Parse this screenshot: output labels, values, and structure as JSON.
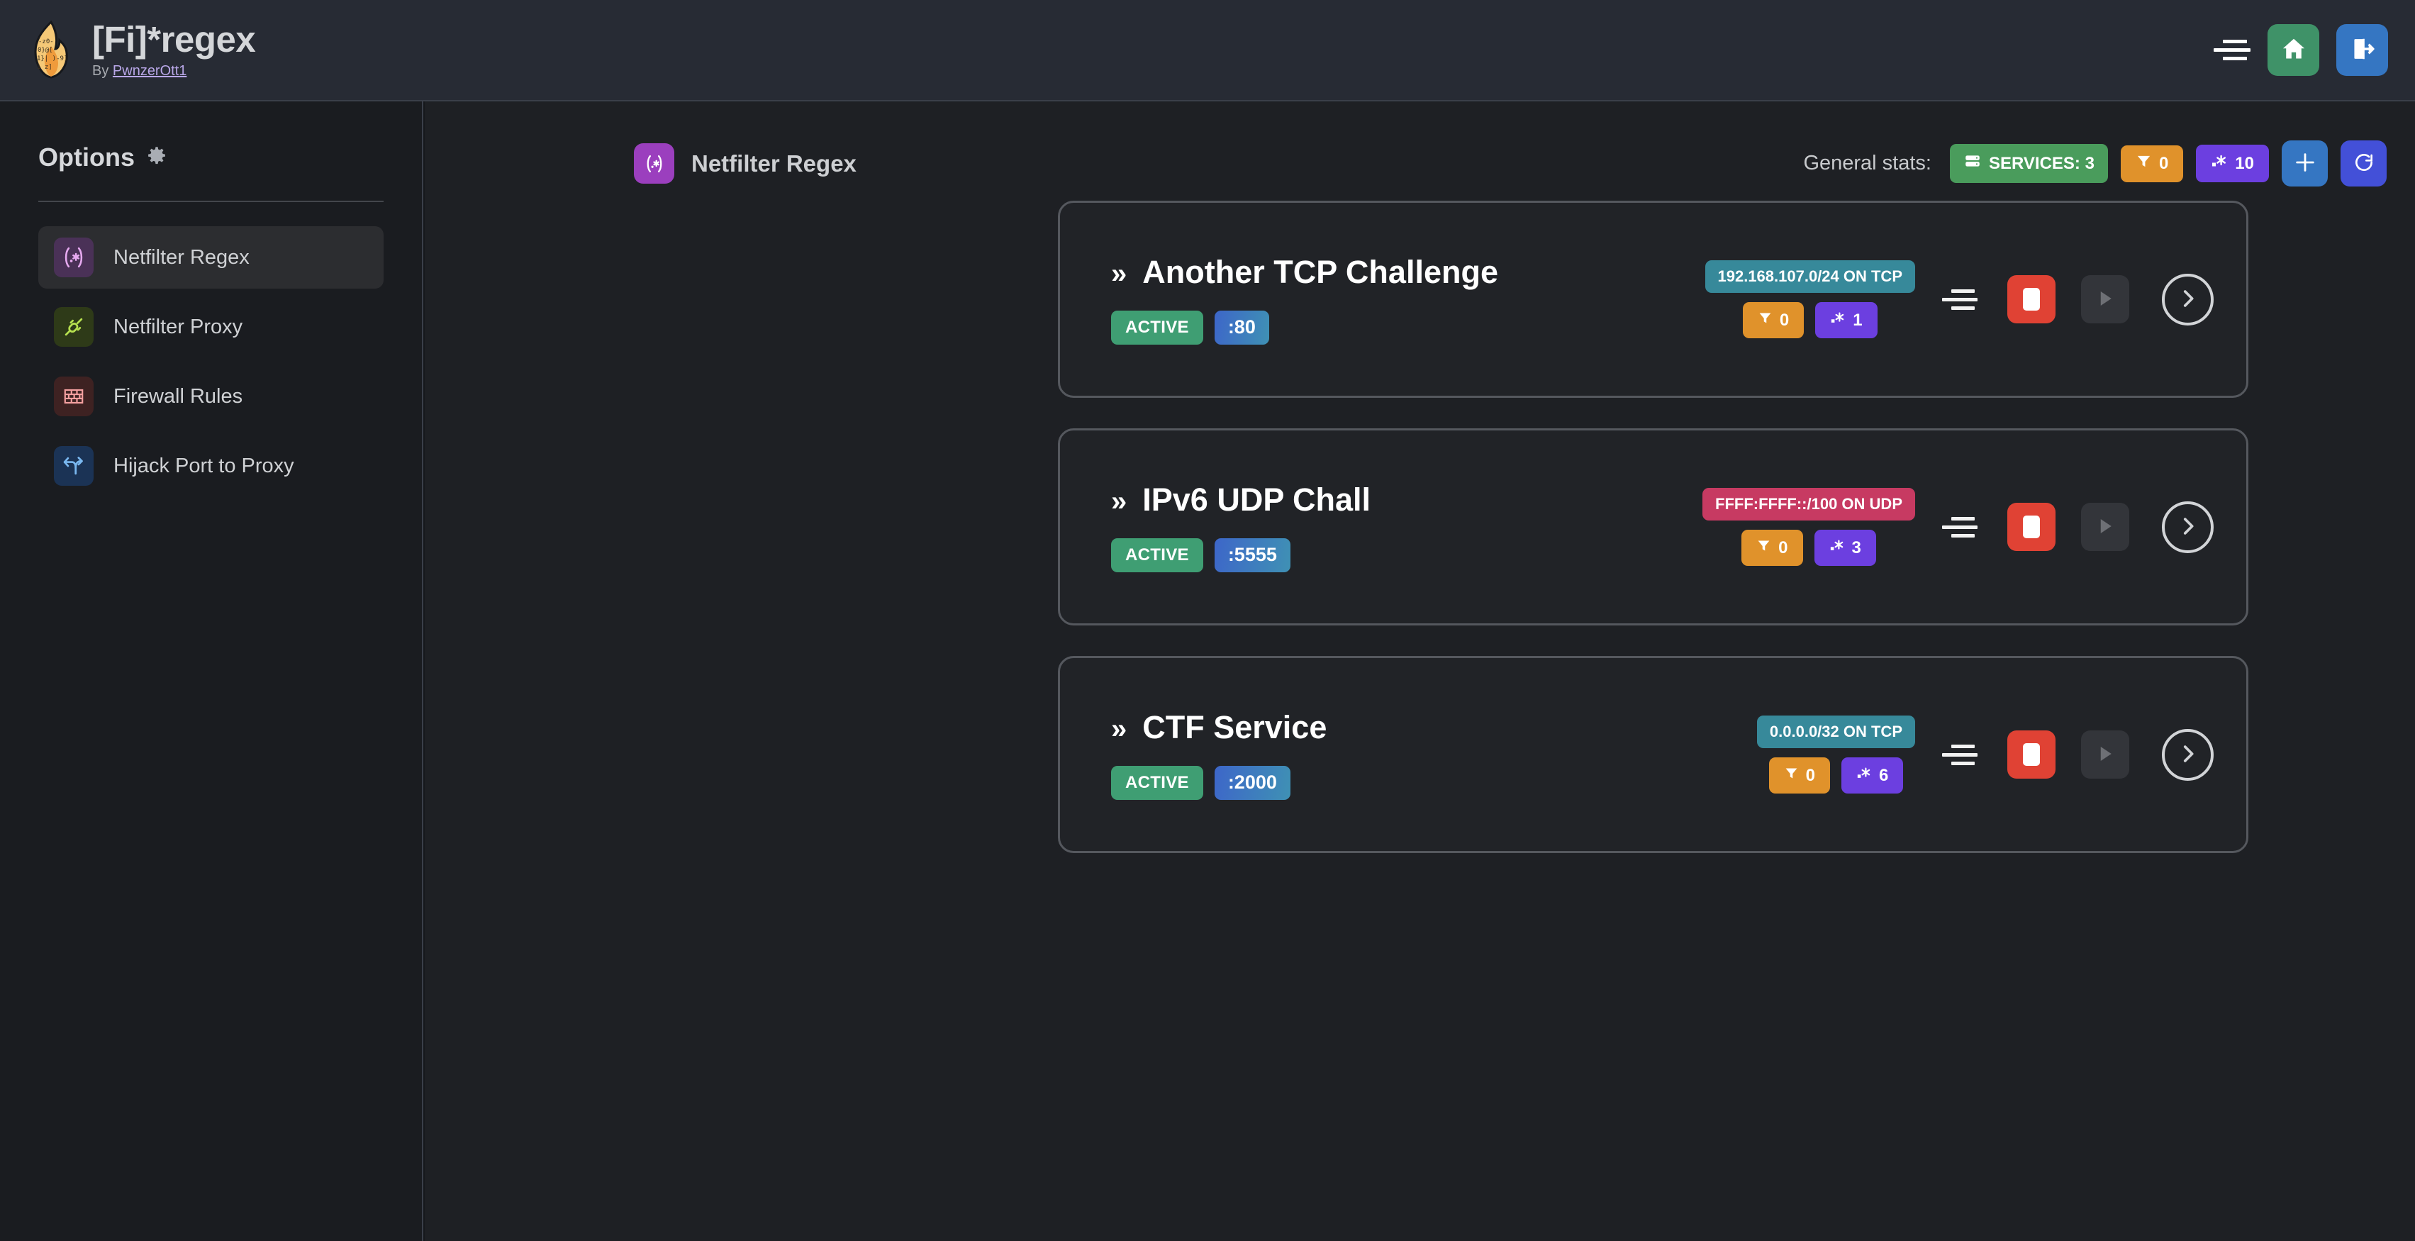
{
  "header": {
    "app_title": "[Fi]*regex",
    "by_prefix": "By ",
    "author": "PwnzerOtt1",
    "logo_icon": "flame-regex-logo",
    "menu_icon": "hamburger-menu-icon",
    "home_icon": "home-icon",
    "logout_icon": "logout-icon",
    "bg_color": "#272b34"
  },
  "sidebar": {
    "title": "Options",
    "gear_icon": "gear-icon",
    "items": [
      {
        "label": "Netfilter Regex",
        "icon": "regex-icon",
        "icon_class": "purple",
        "active": true
      },
      {
        "label": "Netfilter Proxy",
        "icon": "plug-connect-icon",
        "icon_class": "green",
        "active": false
      },
      {
        "label": "Firewall Rules",
        "icon": "brick-wall-icon",
        "icon_class": "red",
        "active": false
      },
      {
        "label": "Hijack Port to Proxy",
        "icon": "route-fork-icon",
        "icon_class": "blue",
        "active": false
      }
    ]
  },
  "main": {
    "page_icon": "regex-icon",
    "page_title": "Netfilter Regex",
    "stats_label": "General stats:",
    "stats": {
      "services_icon": "server-stack-icon",
      "services_label": "SERVICES: 3",
      "filter_icon": "filter-funnel-icon",
      "filter_count": "0",
      "regex_icon": "regex-dot-star-icon",
      "regex_count": "10"
    },
    "add_button_icon": "plus-icon",
    "refresh_button_icon": "refresh-icon"
  },
  "services": [
    {
      "chevron": "»",
      "name": "Another TCP Challenge",
      "status": "ACTIVE",
      "port": ":80",
      "cidr": "192.168.107.0/24 ON TCP",
      "cidr_color": "#37899a",
      "filter_count": "0",
      "regex_count": "1",
      "menu_icon": "service-menu-icon",
      "stop_icon": "stop-icon",
      "play_icon": "play-icon",
      "open_icon": "chevron-right-icon"
    },
    {
      "chevron": "»",
      "name": "IPv6 UDP Chall",
      "status": "ACTIVE",
      "port": ":5555",
      "cidr": "FFFF:FFFF::/100 ON UDP",
      "cidr_color": "#c73a62",
      "filter_count": "0",
      "regex_count": "3",
      "menu_icon": "service-menu-icon",
      "stop_icon": "stop-icon",
      "play_icon": "play-icon",
      "open_icon": "chevron-right-icon"
    },
    {
      "chevron": "»",
      "name": "CTF Service",
      "status": "ACTIVE",
      "port": ":2000",
      "cidr": "0.0.0.0/32 ON TCP",
      "cidr_color": "#37899a",
      "filter_count": "0",
      "regex_count": "6",
      "menu_icon": "service-menu-icon",
      "stop_icon": "stop-icon",
      "play_icon": "play-icon",
      "open_icon": "chevron-right-icon"
    }
  ],
  "colors": {
    "accent_purple": "#6c3fe0",
    "accent_orange": "#e0922b",
    "accent_green": "#4a9c5c",
    "accent_red": "#e04234",
    "accent_blue": "#3576c2",
    "accent_indigo": "#4350d8",
    "page_bg": "#1e2024",
    "sidebar_bg": "#1a1c20",
    "card_bg": "#212327",
    "card_border": "#55585e"
  }
}
